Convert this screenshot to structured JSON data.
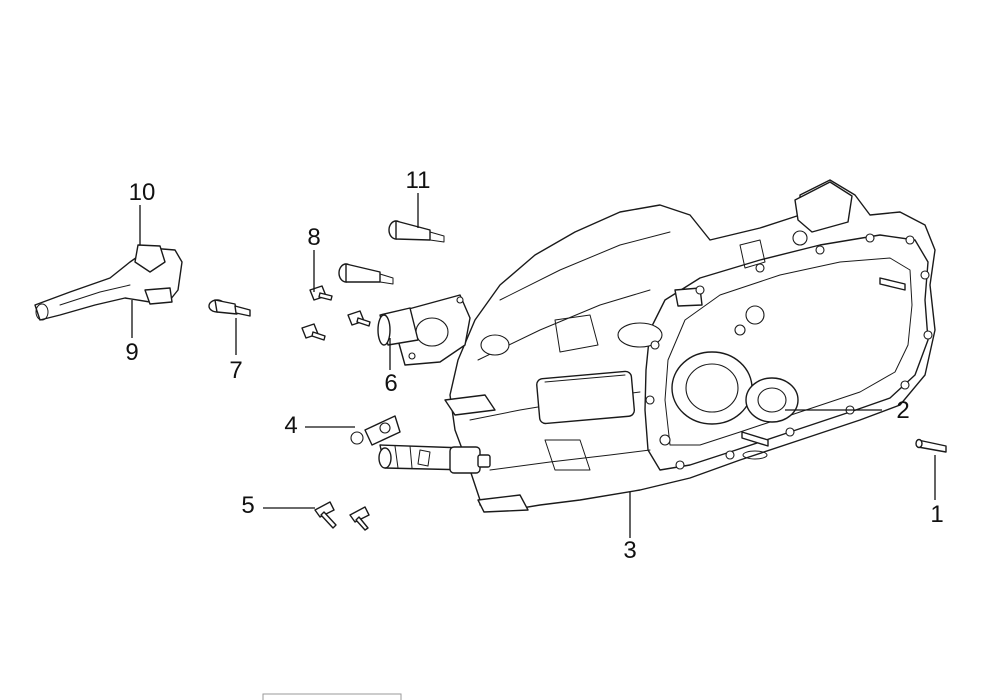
{
  "callouts": [
    {
      "id": "1",
      "label": "1",
      "part": "dowel-pin"
    },
    {
      "id": "2",
      "label": "2",
      "part": "oil-seal"
    },
    {
      "id": "3",
      "label": "3",
      "part": "clutch-housing"
    },
    {
      "id": "4",
      "label": "4",
      "part": "release-cylinder"
    },
    {
      "id": "5",
      "label": "5",
      "part": "cylinder-bolts"
    },
    {
      "id": "6",
      "label": "6",
      "part": "bearing-retainer"
    },
    {
      "id": "7",
      "label": "7",
      "part": "pivot-stud"
    },
    {
      "id": "8",
      "label": "8",
      "part": "retainer-bolts"
    },
    {
      "id": "9",
      "label": "9",
      "part": "release-fork-boot"
    },
    {
      "id": "10",
      "label": "10",
      "part": "release-fork"
    },
    {
      "id": "11",
      "label": "11",
      "part": "housing-bolts"
    }
  ],
  "style": {
    "line_color": "#1a1a1a",
    "background": "#ffffff"
  }
}
